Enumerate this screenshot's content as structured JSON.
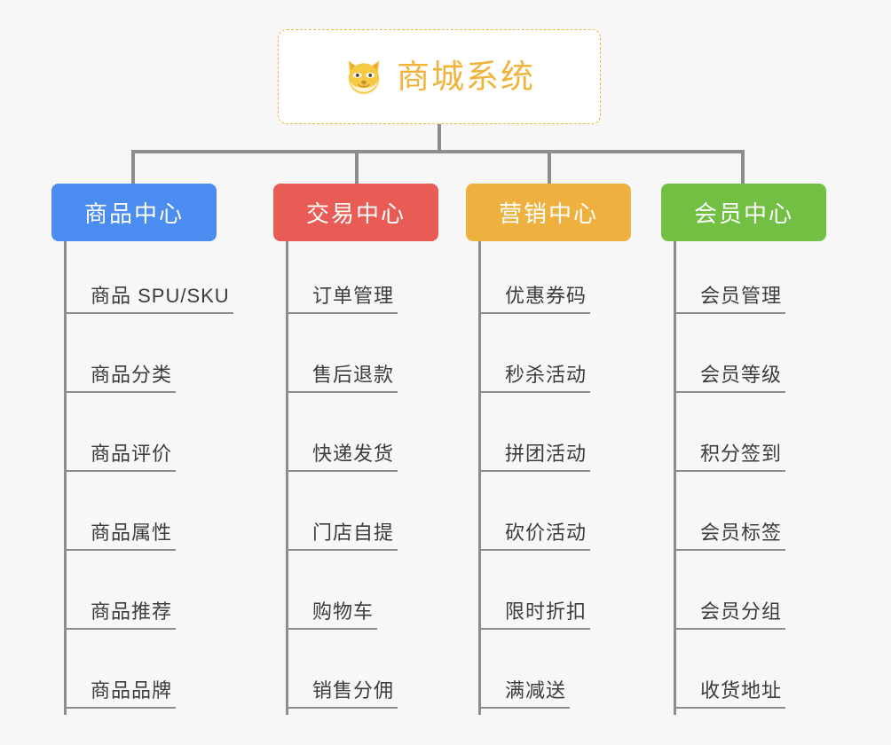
{
  "page": {
    "background_color": "#f7f7f7",
    "type": "mind-map"
  },
  "root": {
    "title": "商城系统",
    "icon": "shiba-dog-face-icon",
    "text_color": "#f0b43c",
    "border_color": "#f0b43c",
    "background_color": "#ffffff"
  },
  "branches": [
    {
      "label": "商品中心",
      "color": "#4a8cf0",
      "items": [
        "商品 SPU/SKU",
        "商品分类",
        "商品评价",
        "商品属性",
        "商品推荐",
        "商品品牌"
      ]
    },
    {
      "label": "交易中心",
      "color": "#e85c55",
      "items": [
        "订单管理",
        "售后退款",
        "快递发货",
        "门店自提",
        "购物车",
        "销售分佣"
      ]
    },
    {
      "label": "营销中心",
      "color": "#eeb13f",
      "items": [
        "优惠券码",
        "秒杀活动",
        "拼团活动",
        "砍价活动",
        "限时折扣",
        "满减送"
      ]
    },
    {
      "label": "会员中心",
      "color": "#72c043",
      "items": [
        "会员管理",
        "会员等级",
        "积分签到",
        "会员标签",
        "会员分组",
        "收货地址"
      ]
    }
  ],
  "connector": {
    "color": "#8d8d8d"
  }
}
